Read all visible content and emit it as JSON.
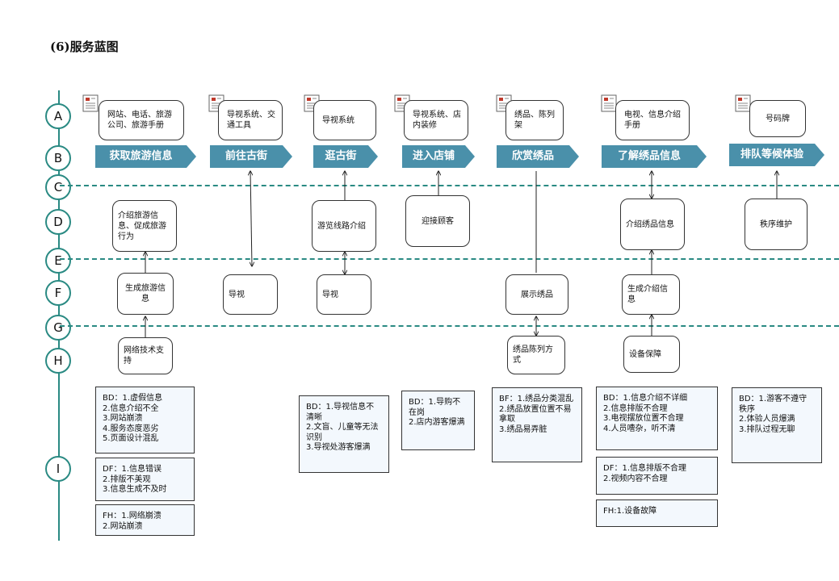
{
  "title": "(6)服务蓝图",
  "rows": [
    "A",
    "B",
    "C",
    "D",
    "E",
    "F",
    "G",
    "H",
    "I"
  ],
  "touchpoints": [
    "网站、电话、旅游公司、旅游手册",
    "导视系统、交通工具",
    "导视系统",
    "导视系统、店内装修",
    "绣品、陈列架",
    "电视、信息介绍手册",
    "号码牌"
  ],
  "actions": [
    "获取旅游信息",
    "前往古街",
    "逛古街",
    "进入店铺",
    "欣赏绣品",
    "了解绣品信息",
    "排队等候体验"
  ],
  "frontstage": [
    "介绍旅游信息、促成旅游行为",
    "游览线路介绍",
    "迎接顾客",
    "介绍绣品信息",
    "秩序维护"
  ],
  "backstage": [
    "生成旅游信息",
    "导视",
    "导视",
    "展示绣品",
    "生成介绍信息"
  ],
  "support": [
    "网络技术支持",
    "绣品陈列方式",
    "设备保障"
  ],
  "notes": {
    "c1_bd": "BD：1.虚假信息\n2.信息介绍不全\n3.网站崩溃\n4.服务态度恶劣\n5.页面设计混乱",
    "c1_df": "DF：1.信息错误\n2.排版不美观\n3.信息生成不及时",
    "c1_fh": "FH：1.网络崩溃\n2.网站崩溃",
    "c3_bd": "BD：1.导视信息不清晰\n2.文盲、儿童等无法识别\n3.导视处游客爆满",
    "c4_bd": "BD：1.导购不在岗\n2.店内游客爆满",
    "c5_bf": "BF：1.绣品分类混乱\n2.绣品放置位置不易拿取\n3.绣品易弄脏",
    "c6_bd": "BD：1.信息介绍不详细\n2.信息排版不合理\n3.电视摆放位置不合理\n4.人员嘈杂，听不清",
    "c6_df": "DF：1.信息排版不合理\n2.视频内容不合理",
    "c6_fh": "FH:1.设备故障",
    "c7_bd": "BD：1.游客不遵守秩序\n2.体验人员爆满\n3.排队过程无聊"
  },
  "colors": {
    "line": "#2a8a83",
    "arrow": "#4a90aa",
    "note_bg": "#f3f8fd"
  }
}
